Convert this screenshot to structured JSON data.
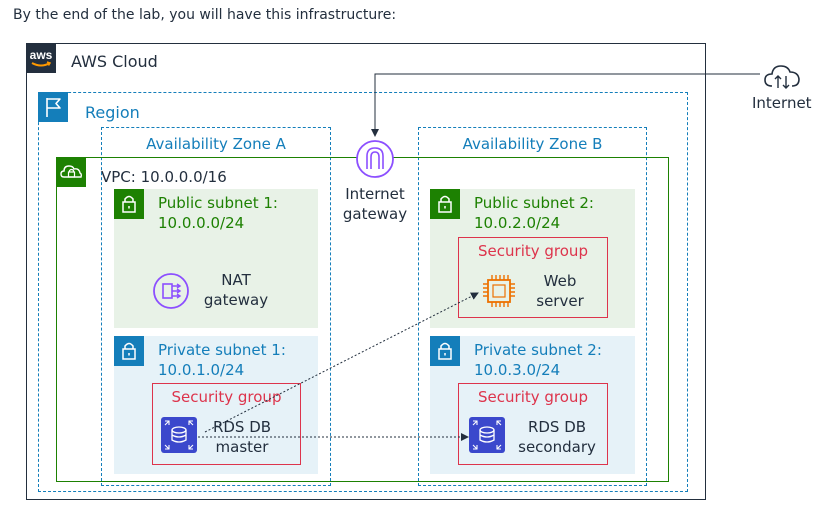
{
  "intro_text": "By the end of the lab, you will have this infrastructure:",
  "colors": {
    "aws_dark": "#232f3e",
    "region_blue": "#147eba",
    "vpc_green": "#1d8102",
    "security_red": "#dd344c",
    "nat_purple": "#8c4fff",
    "ec2_orange": "#ed7100",
    "rds_blue": "#3b48cc",
    "public_fill": "#e8f2e7",
    "private_fill": "#e6f2f8"
  },
  "aws_cloud": {
    "logo_text": "aws",
    "label": "AWS Cloud",
    "icon": "aws-logo"
  },
  "internet": {
    "label": "Internet",
    "icon": "cloud-updown-icon"
  },
  "region": {
    "label": "Region",
    "icon": "flag-icon"
  },
  "az_a": {
    "label": "Availability Zone A"
  },
  "az_b": {
    "label": "Availability Zone B"
  },
  "vpc": {
    "label": "VPC: 10.0.0.0/16",
    "icon": "vpc-cloud-icon"
  },
  "internet_gateway": {
    "line1": "Internet",
    "line2": "gateway",
    "icon": "internet-gateway-icon"
  },
  "public_subnet_1": {
    "line1": "Public subnet 1:",
    "line2": "10.0.0.0/24",
    "icon": "lock-icon"
  },
  "public_subnet_2": {
    "line1": "Public subnet 2:",
    "line2": "10.0.2.0/24",
    "icon": "lock-icon"
  },
  "private_subnet_1": {
    "line1": "Private subnet 1:",
    "line2": "10.0.1.0/24",
    "icon": "lock-icon"
  },
  "private_subnet_2": {
    "line1": "Private subnet 2:",
    "line2": "10.0.3.0/24",
    "icon": "lock-icon"
  },
  "nat_gateway": {
    "line1": "NAT",
    "line2": "gateway",
    "icon": "nat-gateway-icon"
  },
  "web_sg": {
    "label": "Security group"
  },
  "web_server": {
    "line1": "Web",
    "line2": "server",
    "icon": "ec2-chip-icon"
  },
  "db_sg_1": {
    "label": "Security group"
  },
  "rds_master": {
    "line1": "RDS DB",
    "line2": "master",
    "icon": "rds-icon"
  },
  "db_sg_2": {
    "label": "Security group"
  },
  "rds_secondary": {
    "line1": "RDS DB",
    "line2": "secondary",
    "icon": "rds-icon"
  }
}
